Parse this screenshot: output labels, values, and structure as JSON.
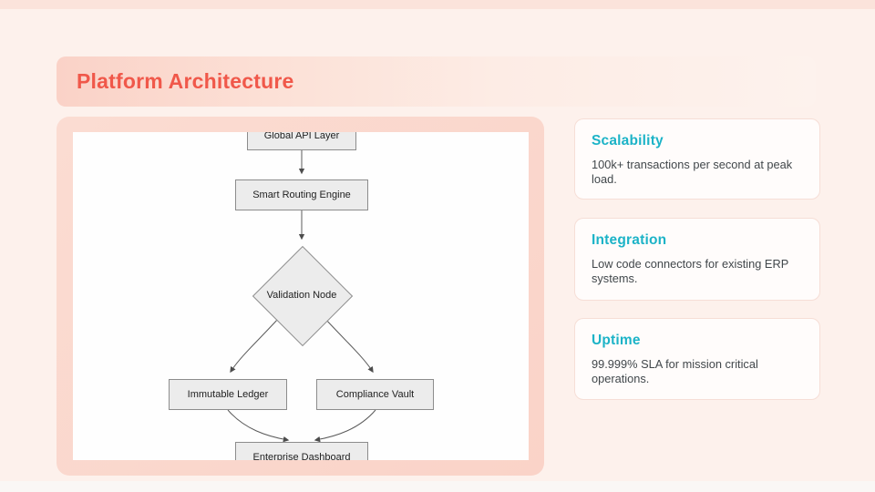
{
  "header": {
    "title": "Platform Architecture"
  },
  "diagram": {
    "nodes": [
      {
        "label": "Global API Layer",
        "shape": "rect"
      },
      {
        "label": "Smart Routing Engine",
        "shape": "rect"
      },
      {
        "label": "Validation Node",
        "shape": "diamond"
      },
      {
        "label": "Immutable Ledger",
        "shape": "rect"
      },
      {
        "label": "Compliance Vault",
        "shape": "rect"
      },
      {
        "label": "Enterprise Dashboard",
        "shape": "rect"
      }
    ],
    "edges": [
      {
        "from": "Global API Layer",
        "to": "Smart Routing Engine"
      },
      {
        "from": "Smart Routing Engine",
        "to": "Validation Node"
      },
      {
        "from": "Validation Node",
        "to": "Immutable Ledger"
      },
      {
        "from": "Validation Node",
        "to": "Compliance Vault"
      },
      {
        "from": "Immutable Ledger",
        "to": "Enterprise Dashboard"
      },
      {
        "from": "Compliance Vault",
        "to": "Enterprise Dashboard"
      }
    ]
  },
  "cards": [
    {
      "title": "Scalability",
      "body": "100k+ transactions per second at peak load."
    },
    {
      "title": "Integration",
      "body": "Low code connectors for existing ERP systems."
    },
    {
      "title": "Uptime",
      "body": "99.999% SLA for mission critical operations."
    }
  ],
  "colors": {
    "page_background": "#fdf1ec",
    "accent_title": "#f0584a",
    "card_title": "#1cb3c7",
    "panel_pink": "#fad3c8",
    "node_fill": "#ececec",
    "node_border": "#8c8c8c"
  }
}
